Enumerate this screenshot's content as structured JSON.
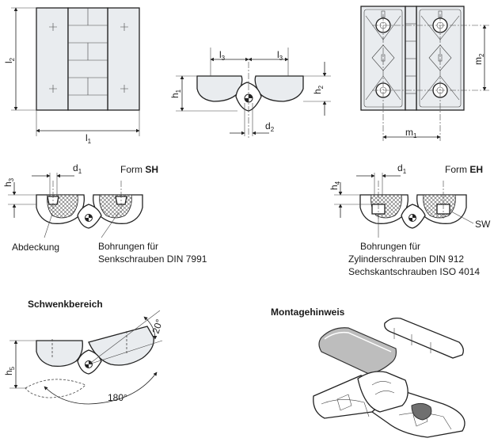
{
  "top_left": {
    "l1": "l",
    "l1_sub": "1",
    "l2": "l",
    "l2_sub": "2"
  },
  "top_mid": {
    "l3a": "l",
    "l3a_sub": "3",
    "l3b": "l",
    "l3b_sub": "3",
    "h1": "h",
    "h1_sub": "1",
    "h2": "h",
    "h2_sub": "2",
    "d2": "d",
    "d2_sub": "2"
  },
  "top_right": {
    "m1": "m",
    "m1_sub": "1",
    "m2": "m",
    "m2_sub": "2"
  },
  "form_sh": {
    "title_prefix": "Form ",
    "title_code": "SH",
    "h3": "h",
    "h3_sub": "3",
    "d1": "d",
    "d1_sub": "1",
    "cover_label": "Abdeckung",
    "holes_line1": "Bohrungen für",
    "holes_line2": "Senkschrauben  DIN 7991"
  },
  "form_eh": {
    "title_prefix": "Form ",
    "title_code": "EH",
    "h4": "h",
    "h4_sub": "4",
    "d1": "d",
    "d1_sub": "1",
    "sw_label": "SW",
    "holes_line1": "Bohrungen für",
    "holes_line2": "Zylinderschrauben  DIN 912",
    "holes_line3": "Sechskantschrauben  ISO 4014"
  },
  "swivel": {
    "title": "Schwenkbereich",
    "h5": "h",
    "h5_sub": "5",
    "angle_20": "20°",
    "angle_180": "180°"
  },
  "mounting": {
    "title": "Montagehinweis"
  }
}
